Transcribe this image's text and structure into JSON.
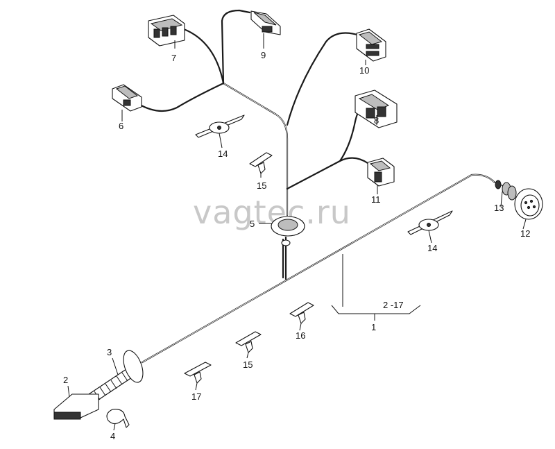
{
  "watermark": "vagtec.ru",
  "callouts": {
    "c1": "1",
    "c2": "2",
    "c2_17": "2 -17",
    "c3": "3",
    "c4": "4",
    "c5": "5",
    "c6": "6",
    "c7": "7",
    "c8": "8",
    "c9": "9",
    "c10": "10",
    "c11": "11",
    "c12": "12",
    "c13": "13",
    "c14a": "14",
    "c14b": "14",
    "c15a": "15",
    "c15b": "15",
    "c16": "16",
    "c17": "17"
  }
}
